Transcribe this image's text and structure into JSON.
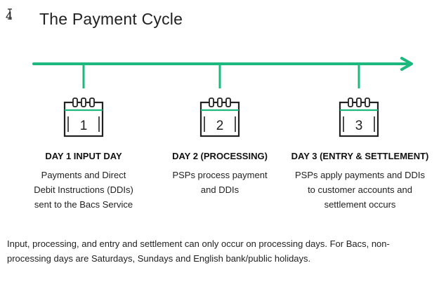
{
  "page": {
    "number": "4",
    "title": "The Payment Cycle"
  },
  "colors": {
    "accent": "#1db87e",
    "text": "#1a1a1a"
  },
  "days": [
    {
      "number": "1",
      "heading": "DAY 1 INPUT DAY",
      "lines": [
        "Payments and Direct",
        "Debit Instructions (DDIs)",
        "sent to the Bacs Service"
      ]
    },
    {
      "number": "2",
      "heading": "DAY 2 (PROCESSING)",
      "lines": [
        "PSPs process payment",
        "and DDIs"
      ]
    },
    {
      "number": "3",
      "heading": "DAY 3 (ENTRY & SETTLEMENT)",
      "lines": [
        "PSPs apply payments and DDIs",
        "to customer accounts and",
        "settlement occurs"
      ]
    }
  ],
  "footnote": {
    "line1": "Input, processing, and entry and settlement can only occur on processing days. For Bacs, non-",
    "line2": "processing days are Saturdays, Sundays and English bank/public holidays."
  },
  "icons": {
    "calendar": "calendar-icon",
    "arrow": "arrow-right-icon",
    "cursor": "text-cursor-icon"
  }
}
